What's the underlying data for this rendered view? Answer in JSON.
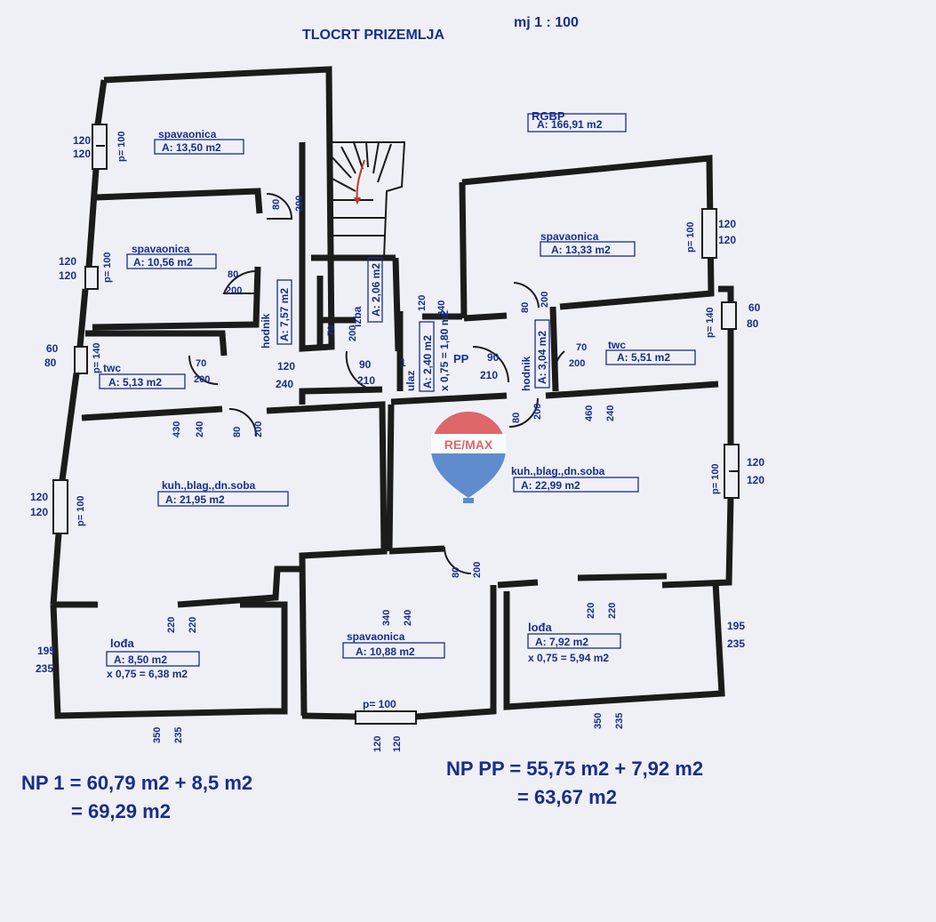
{
  "title": "TLOCRT PRIZEMLJA",
  "scale": "mj 1 : 100",
  "rgbp": {
    "label": "RGBP",
    "area": "A: 166,91 m2"
  },
  "rooms": {
    "spav1": {
      "name": "spavaonica",
      "area": "A: 13,50 m2"
    },
    "spav2": {
      "name": "spavaonica",
      "area": "A: 10,56 m2"
    },
    "twc1": {
      "name": "twc",
      "area": "A: 5,13 m2"
    },
    "hodnik1": {
      "name": "hodnik",
      "area": "A: 7,57 m2"
    },
    "izba": {
      "name": "izba",
      "area": "A: 2,06 m2"
    },
    "ulaz": {
      "name": "ulaz",
      "area": "A: 2,40 m2",
      "factor": "x 0,75 = 1,80 m2"
    },
    "hodnik2": {
      "name": "hodnik",
      "area": "A: 3,04 m2"
    },
    "spav3": {
      "name": "spavaonica",
      "area": "A: 13,33 m2"
    },
    "twc2": {
      "name": "twc",
      "area": "A: 5,51 m2"
    },
    "kuh1": {
      "name": "kuh.,blag.,dn.soba",
      "area": "A: 21,95 m2"
    },
    "kuh2": {
      "name": "kuh.,blag.,dn.soba",
      "area": "A: 22,99 m2"
    },
    "spav4": {
      "name": "spavaonica",
      "area": "A: 10,88 m2"
    },
    "loda1": {
      "name": "lođa",
      "area": "A: 8,50 m2",
      "factor": "x 0,75 = 6,38 m2"
    },
    "loda2": {
      "name": "lođa",
      "area": "A: 7,92 m2",
      "factor": "x 0,75 = 5,94 m2"
    }
  },
  "labels": {
    "pp": "PP",
    "step": "1",
    "p100": "p= 100",
    "p140": "p= 140",
    "d120": "120",
    "d60": "60",
    "d80": "80",
    "d70": "70",
    "d90": "90",
    "d200": "200",
    "d210": "210",
    "d220": "220",
    "d235": "235",
    "d240": "240",
    "d195": "195",
    "d340": "340",
    "d350": "350",
    "d430": "430",
    "d460": "460"
  },
  "totals": {
    "np1_a": "NP 1 = 60,79 m2 + 8,5 m2",
    "np1_b": "= 69,29 m2",
    "nppp_a": "NP PP = 55,75 m2 + 7,92 m2",
    "nppp_b": "= 63,67 m2"
  },
  "logo": {
    "text": "RE/MAX",
    "colors": {
      "red": "#d93a3a",
      "blue": "#2e6bbf",
      "white": "#ffffff"
    }
  },
  "colors": {
    "ink": "#1a2d8a",
    "wall": "#1b1b1b",
    "paper": "#eef0f5"
  }
}
